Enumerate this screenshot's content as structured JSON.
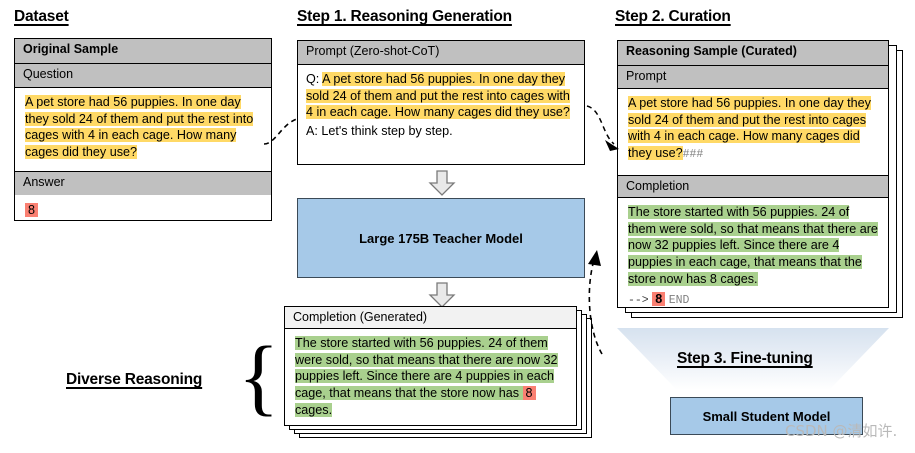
{
  "sections": {
    "dataset": {
      "title": "Dataset"
    },
    "step1": {
      "title": "Step 1. Reasoning Generation"
    },
    "step2": {
      "title": "Step 2. Curation"
    },
    "step3": {
      "title": "Step 3. Fine-tuning"
    }
  },
  "original_sample": {
    "header": "Original Sample",
    "question_label": "Question",
    "question_text": "A pet store had 56 puppies. In one day they sold 24 of them and put the rest into cages with 4 in each cage. How many cages did they use?",
    "answer_label": "Answer",
    "answer_value": "8"
  },
  "prompt_card": {
    "header": "Prompt (Zero-shot-CoT)",
    "q_prefix": "Q: ",
    "q_text": "A pet store had 56 puppies. In one day they sold 24 of them and put the rest into cages with 4 in each cage. How many cages did they use?",
    "a_line": "A: Let's think step by step."
  },
  "teacher_model": {
    "label": "Large 175B Teacher Model"
  },
  "completion_generated": {
    "header": "Completion (Generated)",
    "text_before": "The store started with 56 puppies. 24 of them were sold, so that means that there are now 32 puppies left.  Since there are 4 puppies in each cage, that means that the store now has ",
    "answer_value": "8",
    "text_after": " cages."
  },
  "diverse_reasoning": {
    "label": "Diverse Reasoning",
    "brace": "{"
  },
  "curated_sample": {
    "header": "Reasoning Sample (Curated)",
    "prompt_label": "Prompt",
    "prompt_text": "A pet store had 56 puppies. In one day they sold 24 of them and put the rest into cages with 4 in each cage. How many cages did they use?",
    "prompt_suffix": "###",
    "completion_label": "Completion",
    "completion_text": "The store started with 56 puppies. 24 of them were sold, so that means that there are now 32 puppies left.  Since there are 4 puppies in each cage, that means that the store now has 8 cages.",
    "arrow_token": "-->",
    "answer_value": "8",
    "end_token": "END"
  },
  "student_model": {
    "label": "Small Student Model"
  },
  "watermark": {
    "text": "CSDN @清如许."
  },
  "colors": {
    "highlight_question": "#ffd966",
    "highlight_reasoning": "#a9d08e",
    "highlight_answer": "#fa8072",
    "header_bar": "#c0c0c0",
    "model_box": "#a6c9e8",
    "funnel": "#d6e2ef"
  }
}
